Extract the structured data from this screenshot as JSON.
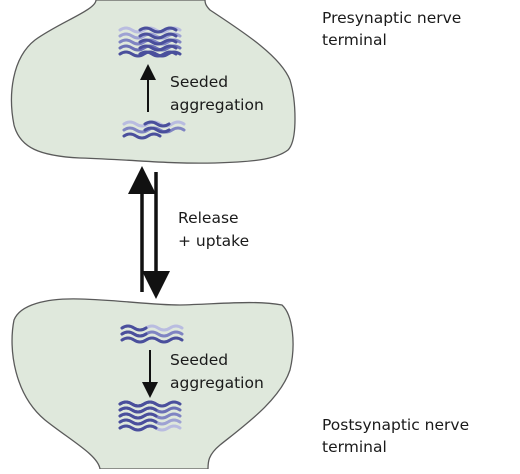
{
  "labels": {
    "presynaptic_line1": "Presynaptic nerve",
    "presynaptic_line2": "terminal",
    "postsynaptic_line1": "Postsynaptic nerve",
    "postsynaptic_line2": "terminal",
    "seeded_top_line1": "Seeded",
    "seeded_top_line2": "aggregation",
    "release_line1": "Release",
    "release_line2": "+ uptake",
    "seeded_bottom_line1": "Seeded",
    "seeded_bottom_line2": "aggregation"
  },
  "colors": {
    "terminal_fill": "#dfe8dc",
    "terminal_stroke": "#5a5a5a",
    "fibril_dark": "#4a4f9c",
    "fibril_mid": "#7f84c2",
    "fibril_light": "#b9bce0",
    "arrow": "#111111"
  }
}
